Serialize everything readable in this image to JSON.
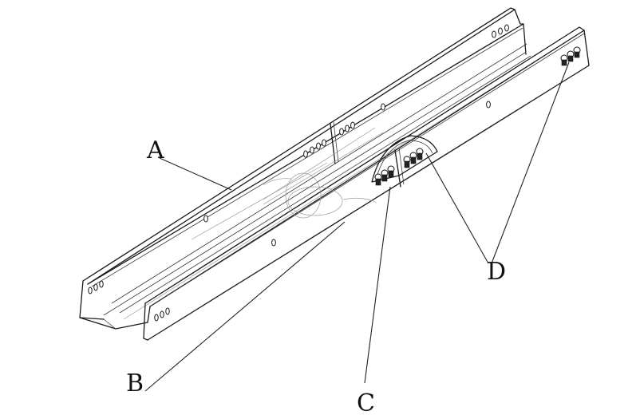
{
  "labels": {
    "a": "A",
    "b": "B",
    "c": "C",
    "d": "D"
  },
  "colors": {
    "ink": "#1a1a1a",
    "background": "#ffffff"
  }
}
